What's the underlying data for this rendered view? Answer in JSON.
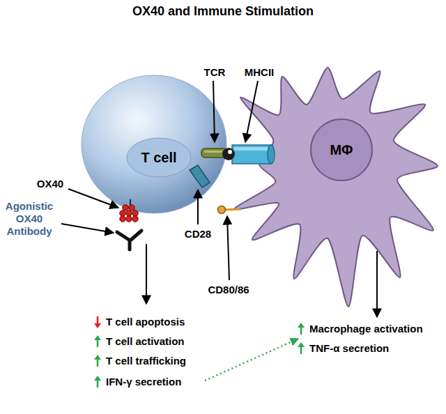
{
  "diagram": {
    "title": "OX40 and Immune Stimulation",
    "nodes": [
      {
        "text": [
          "T cell"
        ]
      },
      {
        "text": [
          "MΦ"
        ]
      }
    ],
    "labels": [
      "TCR",
      "MHCII",
      "OX40",
      "Agonistic OX40 Antibody",
      "CD28",
      "CD80/86",
      "T cell apoptosis",
      "T cell activation",
      "T cell trafficking",
      "IFN-γ secretion",
      "Macrophage activation",
      "TNF-α secretion"
    ]
  }
}
